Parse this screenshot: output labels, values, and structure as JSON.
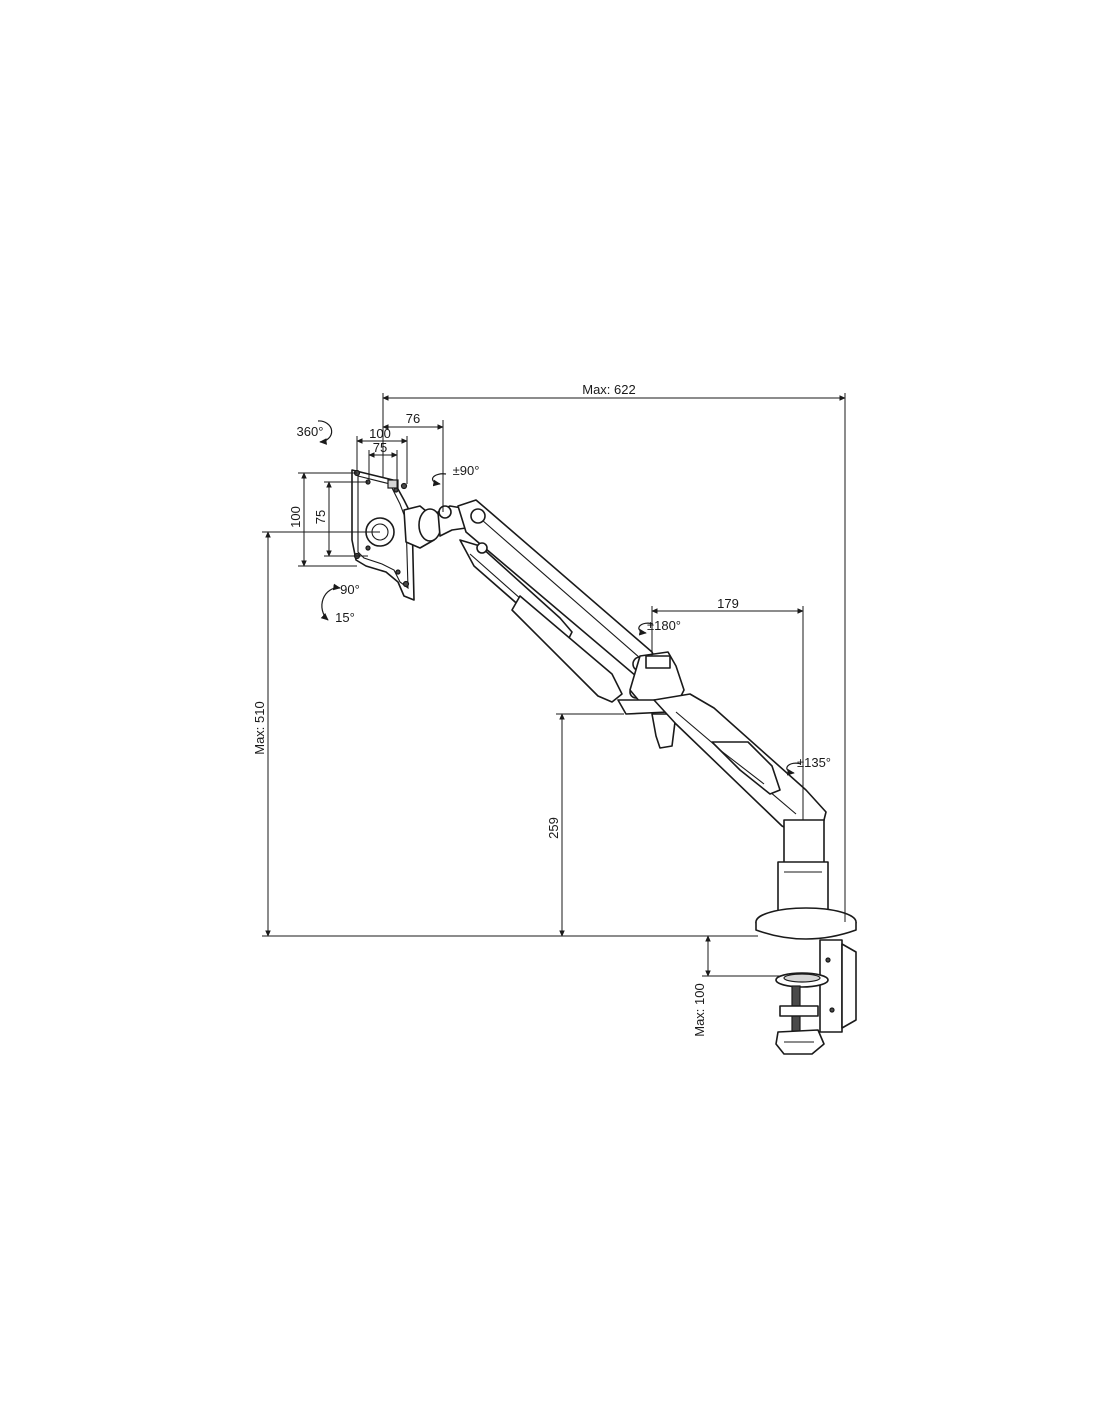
{
  "dimensions": {
    "max_reach": "Max: 622",
    "head_offset": "76",
    "vesa_large_h": "100",
    "vesa_small_h": "75",
    "vesa_large_v": "100",
    "vesa_small_v": "75",
    "max_height": "Max: 510",
    "pole_height": "259",
    "lower_arm": "179",
    "clamp_max": "Max: 100"
  },
  "rotations": {
    "screen_rotation": "360°",
    "swivel_head": "±90°",
    "tilt_up": "90°",
    "tilt_down": "15°",
    "elbow_swivel": "±180°",
    "base_swivel": "±135°"
  }
}
